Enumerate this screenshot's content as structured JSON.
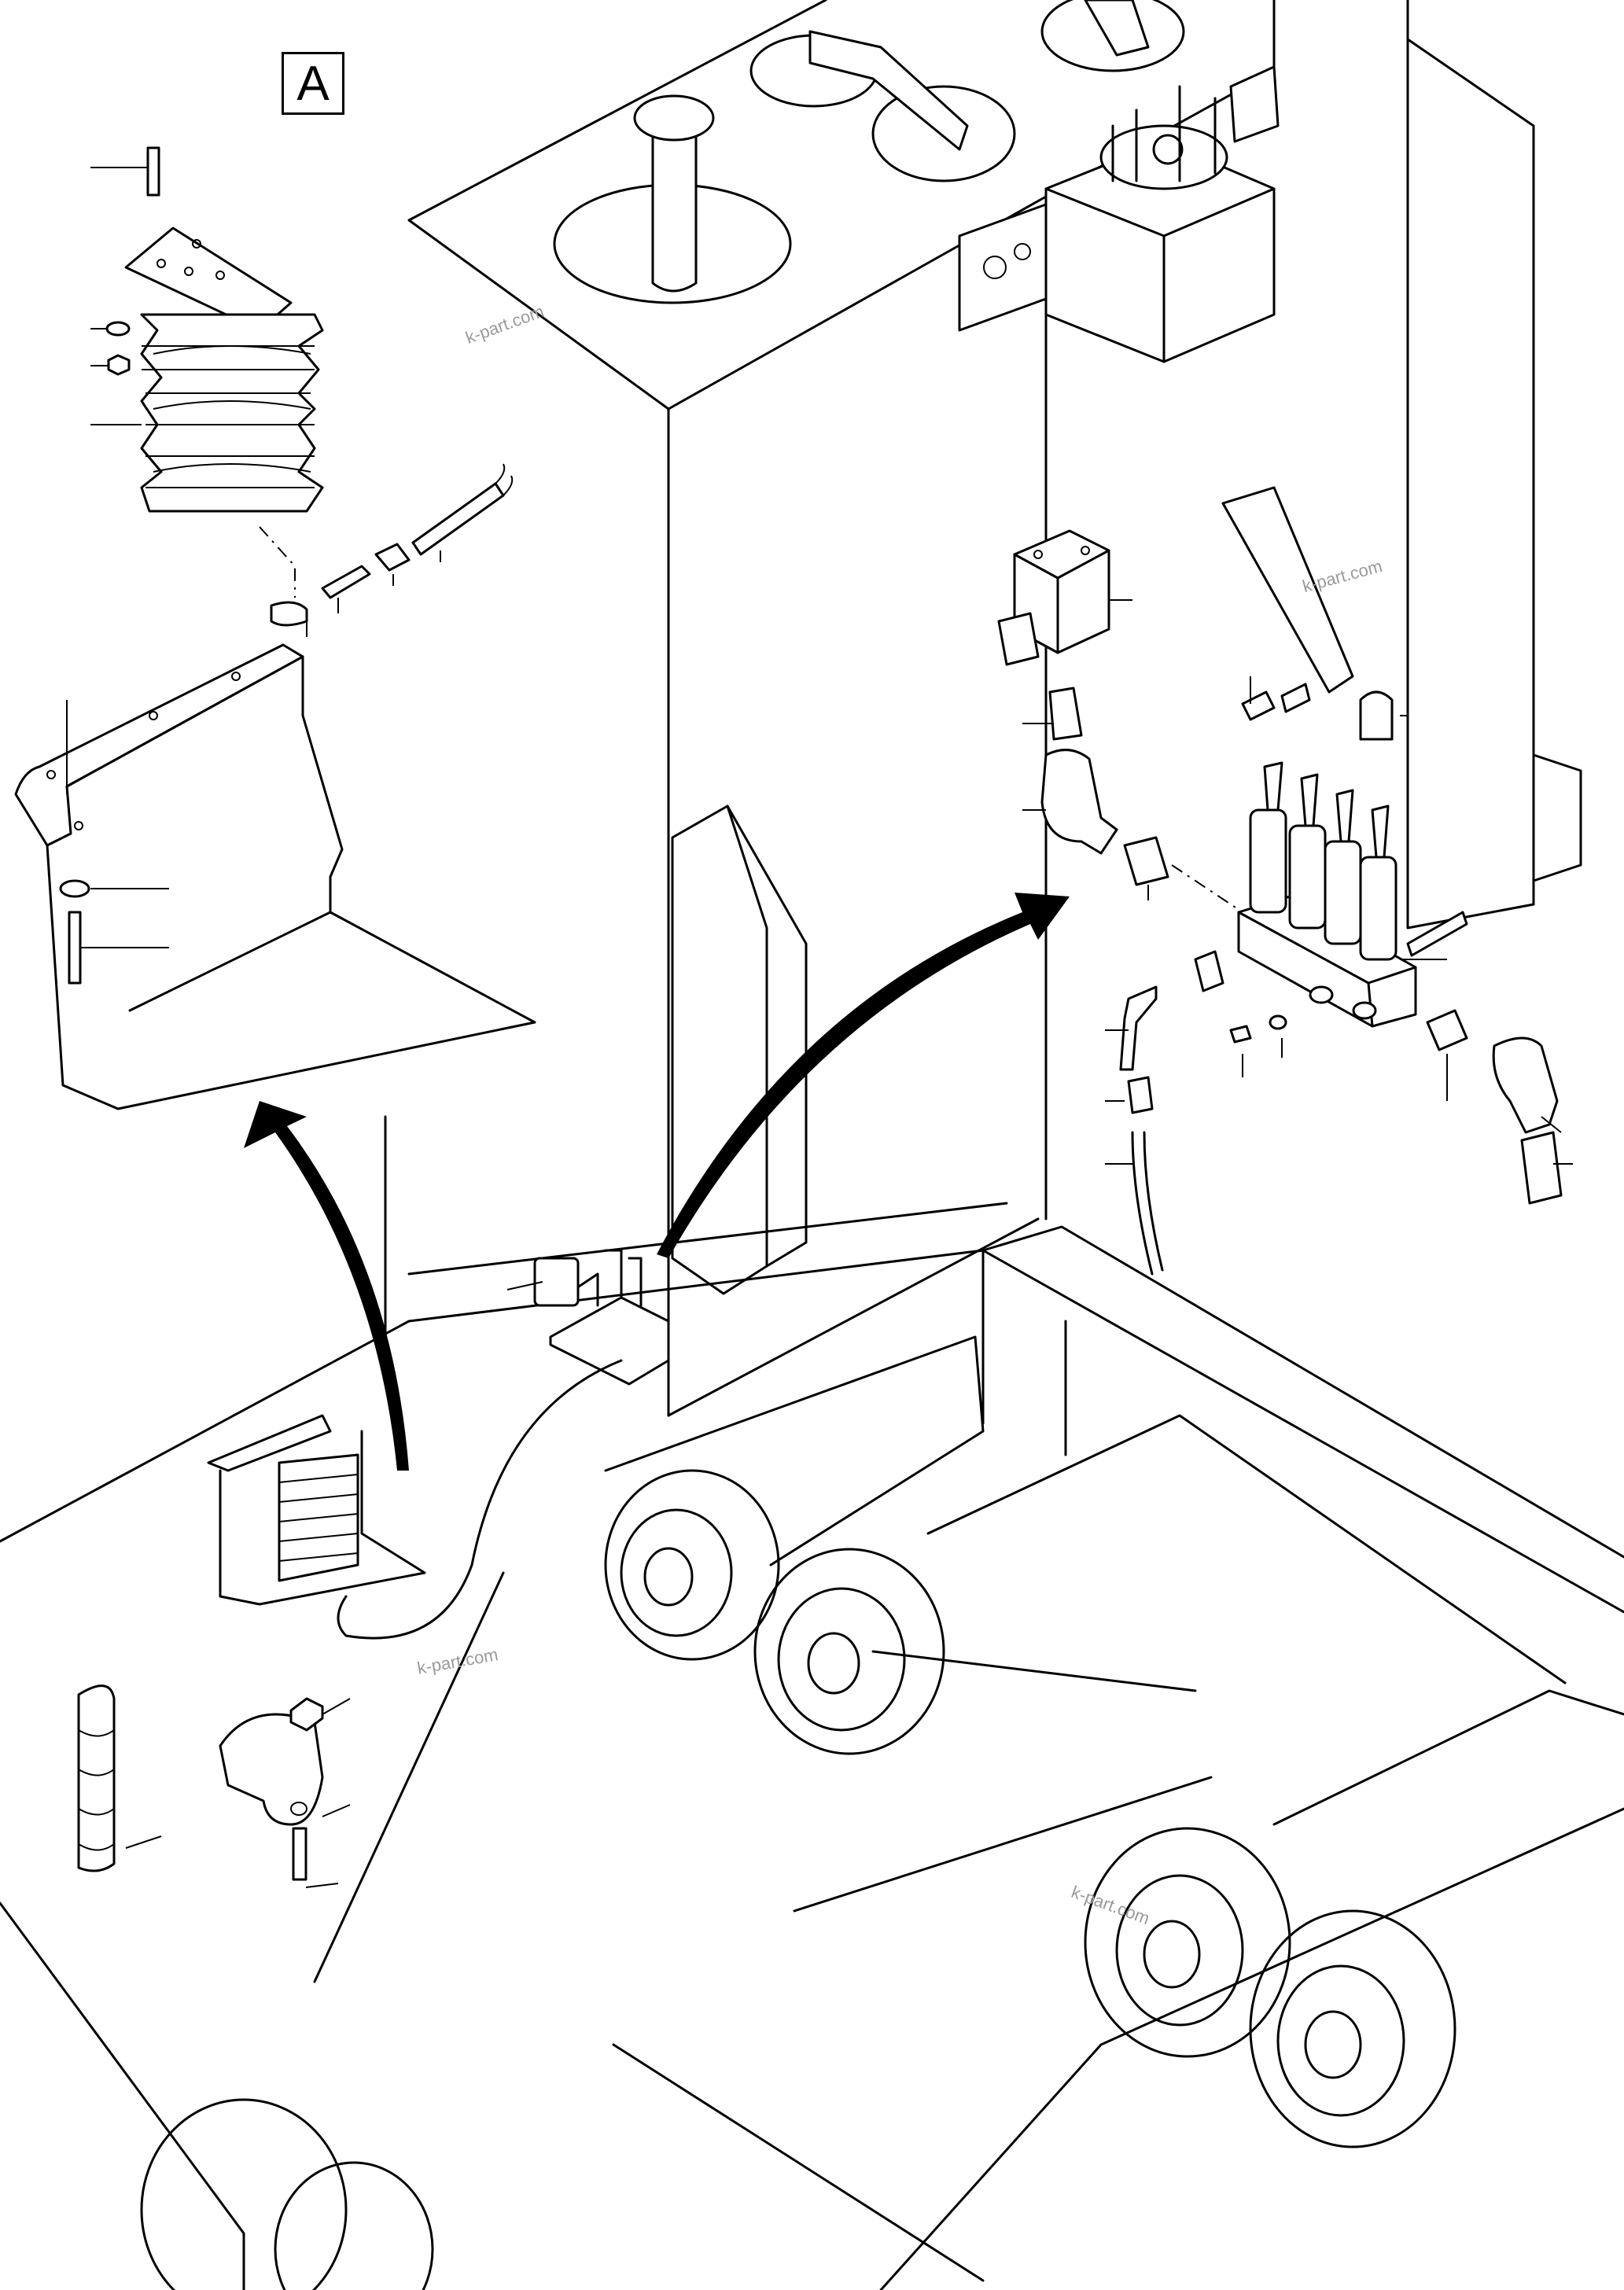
{
  "view_label": "A",
  "watermarks": [
    "k-part.com",
    "k-part.com",
    "k-part.com",
    "k-part.com"
  ],
  "icons": {
    "arrow_to_bracket_detail": "curved-arrow-icon",
    "arrow_to_distributor_detail": "curved-arrow-icon"
  }
}
